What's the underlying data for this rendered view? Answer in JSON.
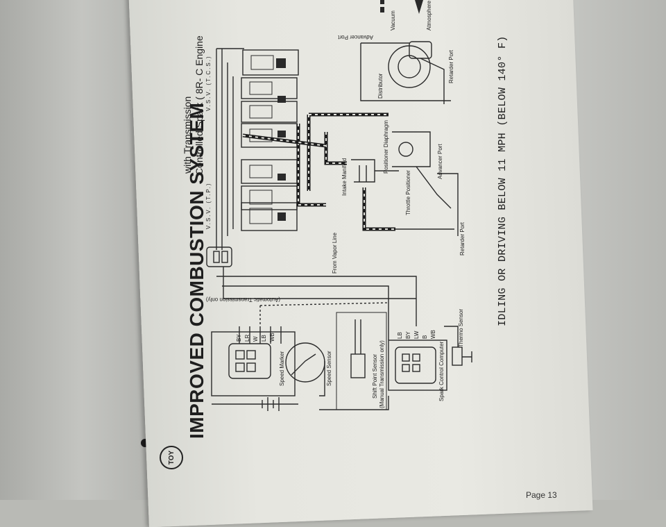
{
  "document": {
    "title": "IMPROVED COMBUSTION SYSTEM",
    "subtitle_prefix": "with Transmission",
    "subtitle_line2": "Controlled Spark ( 8R- C Engine",
    "caption": "IDLING OR DRIVING BELOW 11 MPH (BELOW 140° F)",
    "page_number": "Page 13",
    "logo_text": "TOY"
  },
  "bus_labels": {
    "vsv_tcs": "V.S.V. (T.C.S.)",
    "vsv_tp": "V.S.V. (T.P.)"
  },
  "legend": {
    "vacuum": "Vacuum",
    "atmosphere": "Atmosphere"
  },
  "labels": {
    "advancer_port_top": "Advancer Port",
    "distributor": "Distributor",
    "retarder_port_top": "Retarder Port",
    "positioner_diaphragm": "Positioner Diaphragm",
    "advancer_port": "Advancer Port",
    "intake_manifold": "Intake Manifold",
    "throttle_positioner": "Throttle Positioner",
    "retarder_port": "Retarder Port",
    "from_vapor_line": "From Vapor Line",
    "automatic_transmission_only": "(Automatic Transmission only)",
    "thermo_sensor": "Thermo Sensor",
    "spark_control_computer": "Spark Control Computer",
    "shift_point_sensor": "Shift Point Sensor",
    "shift_point_sensor_note": "(Manual Transmission only)",
    "speed_sensor": "Speed Sensor",
    "speed_marker": "Speed Marker"
  },
  "pin_labels": {
    "left_connector": [
      "BY",
      "LR",
      "W",
      "LB",
      "WB"
    ],
    "right_connector": [
      "LB",
      "BY",
      "LW",
      "B",
      "WB"
    ]
  }
}
